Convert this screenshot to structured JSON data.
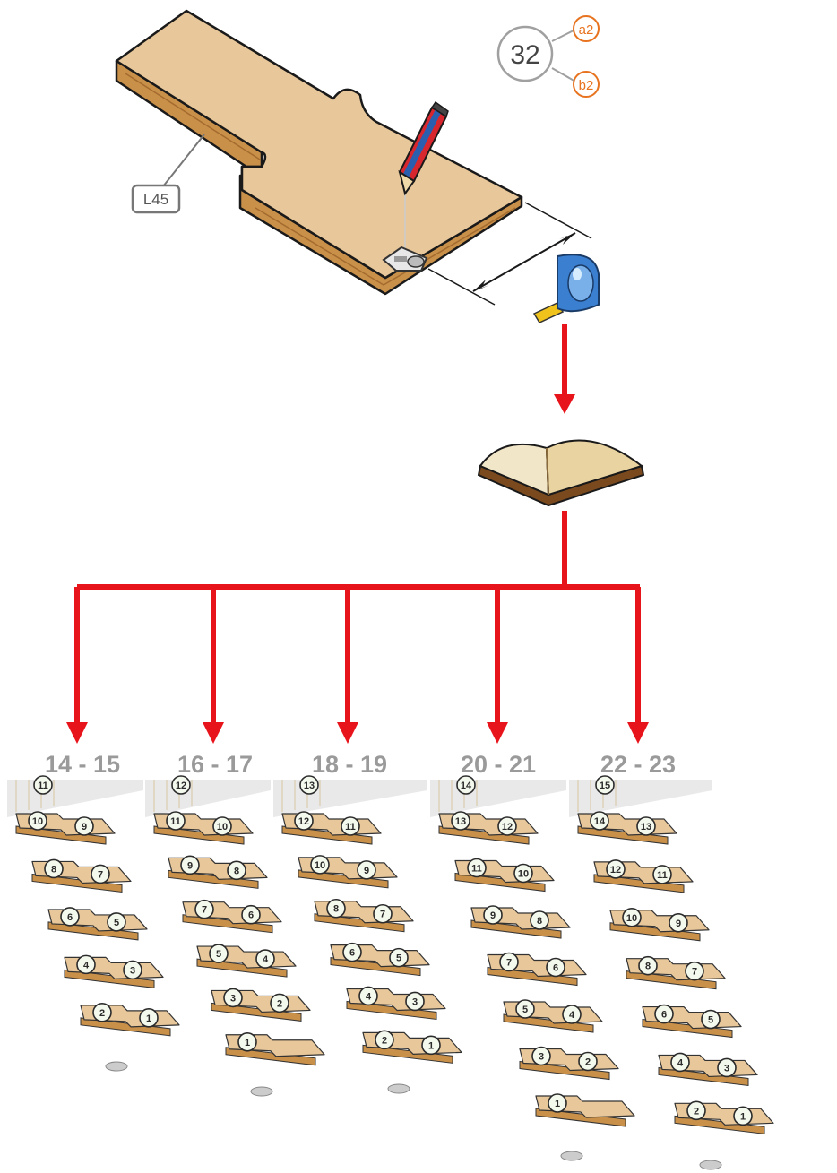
{
  "colors": {
    "arrow": "#e8141c",
    "wood_top": "#e8c79a",
    "wood_side": "#c9904a",
    "outline": "#1a1a1a",
    "label_grey": "#9a9a9a",
    "accent_orange": "#e8731f",
    "tape_blue": "#3a7fd0"
  },
  "top_board": {
    "part_label": "L45",
    "step_circle": "32",
    "dimension_refs": [
      "a2",
      "b2"
    ],
    "icons": [
      "pencil-icon",
      "stair-gauge-icon",
      "tape-measure-icon"
    ]
  },
  "book": {
    "icon": "book-icon"
  },
  "variants": [
    {
      "range": "14 - 15",
      "steps": 11
    },
    {
      "range": "16 - 17",
      "steps": 12
    },
    {
      "range": "18 - 19",
      "steps": 13
    },
    {
      "range": "20 - 21",
      "steps": 14
    },
    {
      "range": "22 - 23",
      "steps": 15
    }
  ]
}
